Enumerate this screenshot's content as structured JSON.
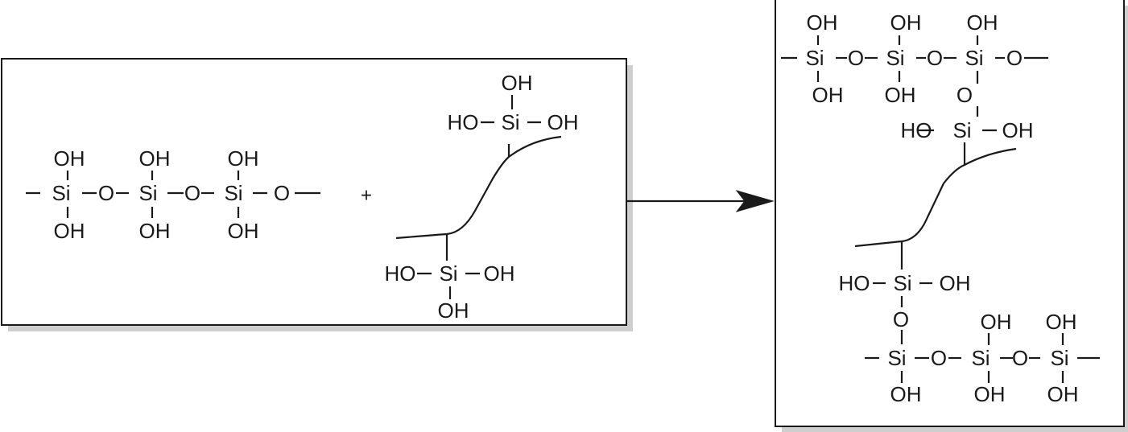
{
  "colors": {
    "ink": "#1a1a1a",
    "shadow": "#cfcfcf",
    "background": "#ffffff"
  },
  "labels": {
    "oh": "OH",
    "ho": "HO",
    "si": "Si",
    "o": "O",
    "plus": "+"
  }
}
